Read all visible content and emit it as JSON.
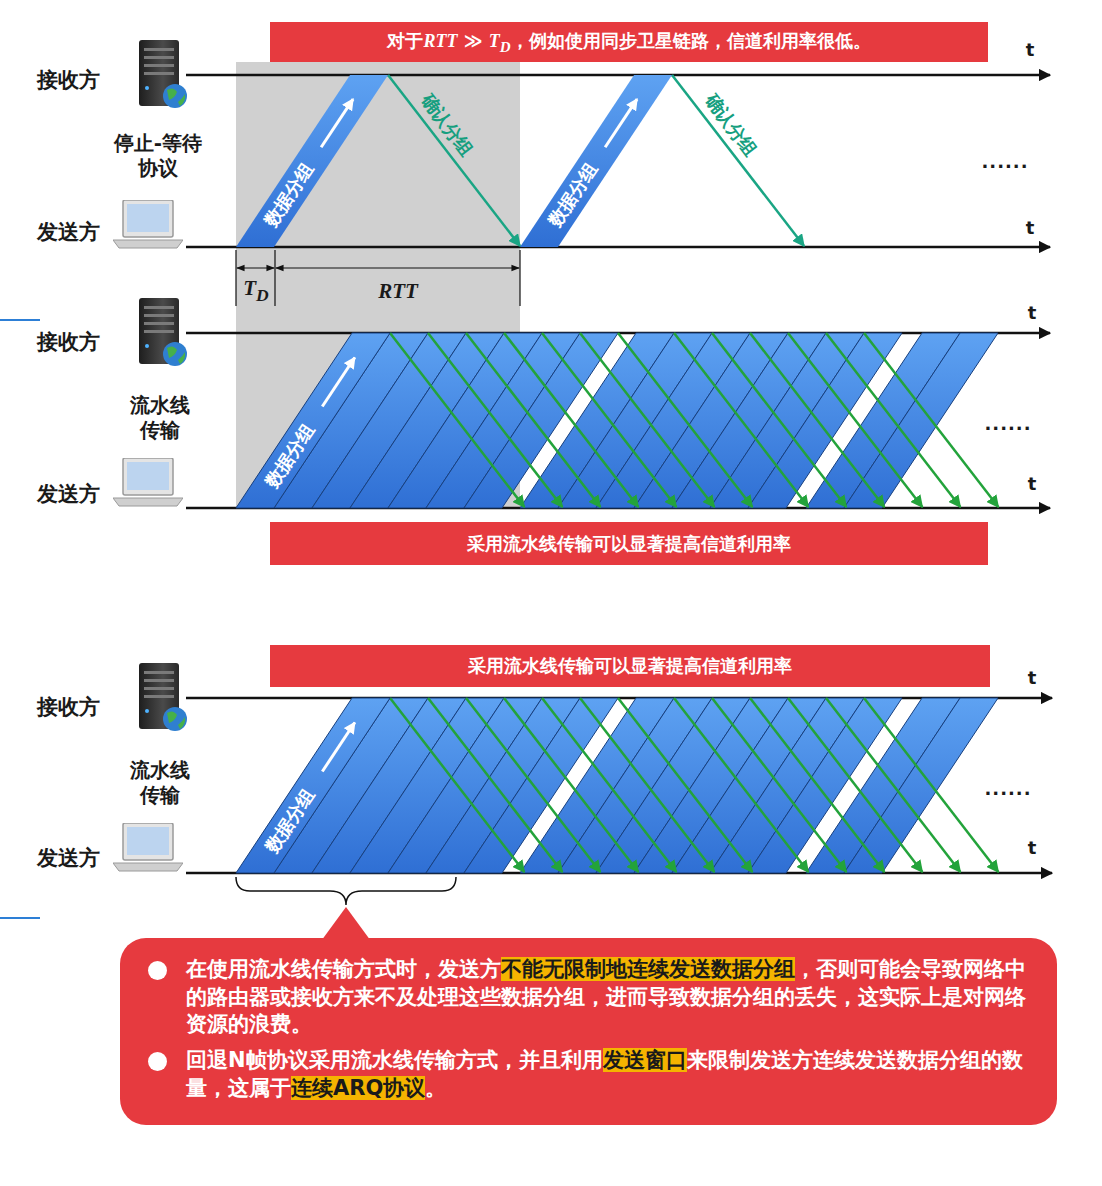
{
  "diagram": {
    "nodes": [
      {
        "text": [
          "对于RTT ≫ TD，例如使用同步卫星链路，信道利用率很低。"
        ]
      },
      {
        "text": [
          "数据分组"
        ]
      },
      {
        "text": [
          "数据分组"
        ]
      },
      {
        "text": [
          "数据分组"
        ]
      },
      {
        "text": [
          "采用流水线传输可以显著提高信道利用率"
        ]
      },
      {
        "text": [
          "采用流水线传输可以显著提高信道利用率"
        ]
      },
      {
        "text": [
          "数据分组"
        ]
      },
      {
        "text": [
          "在使用流水线传输方式时，发送方不能无限制地连续发送数据分组，否则可能会导致网络中的路由器或接收方来不及处理这些数据分组，进而导致数据分组的丢失，这实际上是对网络资源的浪费。",
          "回退N帧协议采用流水线传输方式，并且利用发送窗口来限制发送方连续发送数据分组的数量，这属于连续ARQ协议。"
        ]
      }
    ],
    "labels": [
      "接收方",
      "t",
      "停止-等待 协议",
      "确认分组",
      "确认分组",
      "......",
      "发送方",
      "t",
      "TD",
      "RTT",
      "接收方",
      "t",
      "流水线 传输",
      "......",
      "发送方",
      "t",
      "接收方",
      "t",
      "流水线 传输",
      "......",
      "发送方",
      "t"
    ]
  }
}
